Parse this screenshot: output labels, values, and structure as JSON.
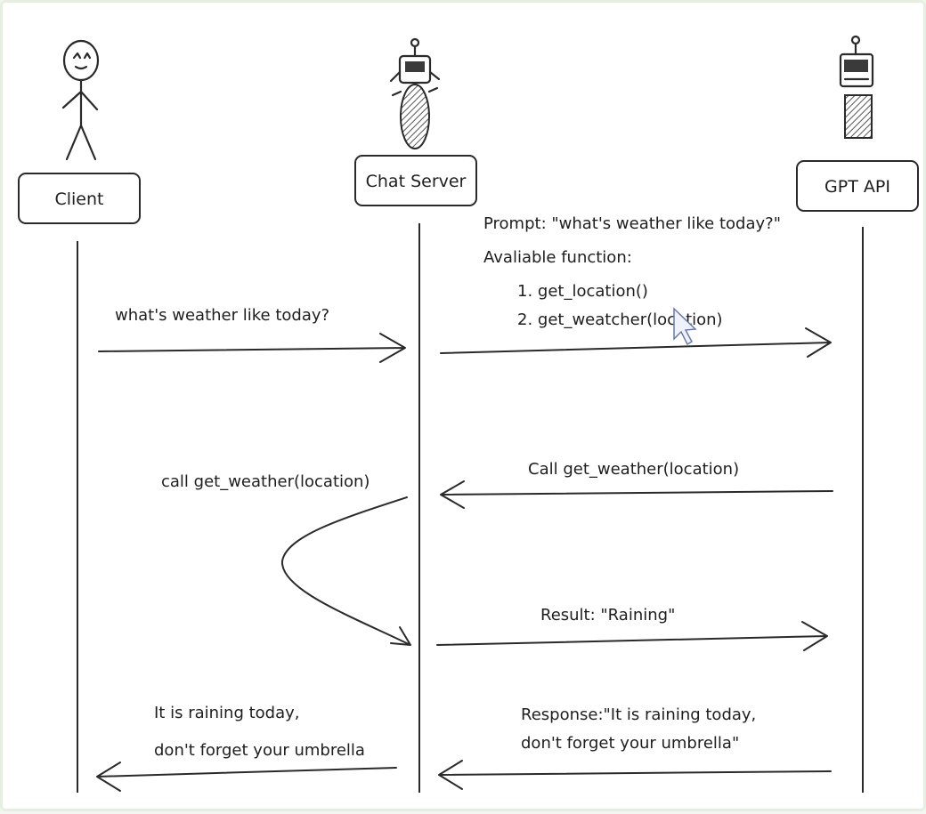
{
  "participants": {
    "client": "Client",
    "chat_server": "Chat Server",
    "gpt_api": "GPT API"
  },
  "messages": {
    "m1": "what's weather like today?",
    "m2": {
      "line1": "Prompt: \"what's weather like today?\"",
      "line2": "Avaliable function:",
      "line3": "1. get_location()",
      "line4": "2. get_weatcher(location)"
    },
    "m3": "Call get_weather(location)",
    "m4": "call get_weather(location)",
    "m5": "Result: \"Raining\"",
    "m6": {
      "line1": "Response:\"It is raining today,",
      "line2": "don't forget your umbrella\""
    },
    "m7": {
      "line1": "It is raining today,",
      "line2": "don't forget your umbrella"
    }
  },
  "colors": {
    "ink": "#2a2a2a",
    "background": "#ffffff",
    "border": "#e6eee2"
  },
  "icons": {
    "client": "stick-figure-icon",
    "chat_server": "robot-icon",
    "gpt_api": "robot-box-icon"
  }
}
